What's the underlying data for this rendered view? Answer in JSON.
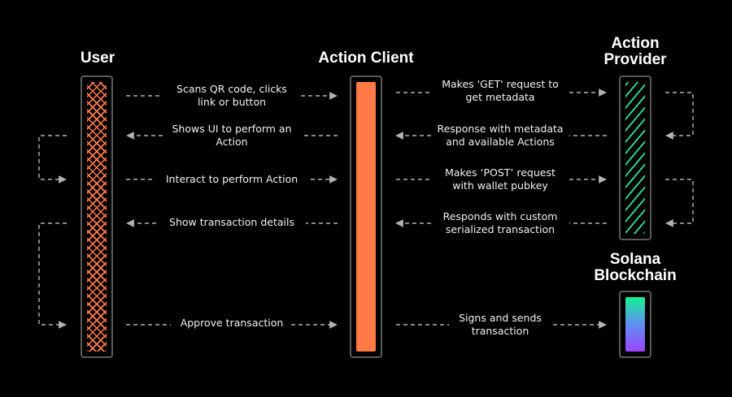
{
  "colors": {
    "background": "#000000",
    "user_pattern": "#ff7a4d",
    "client_fill": "#ff7a45",
    "provider_pattern": "#2fd08a",
    "chain_gradient": [
      "#14f195",
      "#5f8ff0",
      "#9945ff"
    ],
    "arrow": "#b3b3b3"
  },
  "actors": {
    "user": "User",
    "client": "Action Client",
    "provider": "Action\nProvider",
    "blockchain": "Solana\nBlockchain"
  },
  "left_messages": [
    {
      "label": "Scans QR code, clicks\nlink or button",
      "direction": "to-client"
    },
    {
      "label": "Shows UI to perform an\nAction",
      "direction": "to-user"
    },
    {
      "label": "Interact to perform Action",
      "direction": "to-client"
    },
    {
      "label": "Show transaction details",
      "direction": "to-user"
    },
    {
      "label": "Approve transaction",
      "direction": "to-client"
    }
  ],
  "right_messages": [
    {
      "label": "Makes 'GET' request to\nget metadata",
      "direction": "to-provider"
    },
    {
      "label": "Response with metadata\nand available Actions",
      "direction": "to-client"
    },
    {
      "label": "Makes ‘POST’ request\nwith wallet pubkey",
      "direction": "to-provider"
    },
    {
      "label": "Responds with custom\nserialized transaction",
      "direction": "to-client"
    },
    {
      "label": "Signs and sends\ntransaction",
      "direction": "to-blockchain"
    }
  ]
}
